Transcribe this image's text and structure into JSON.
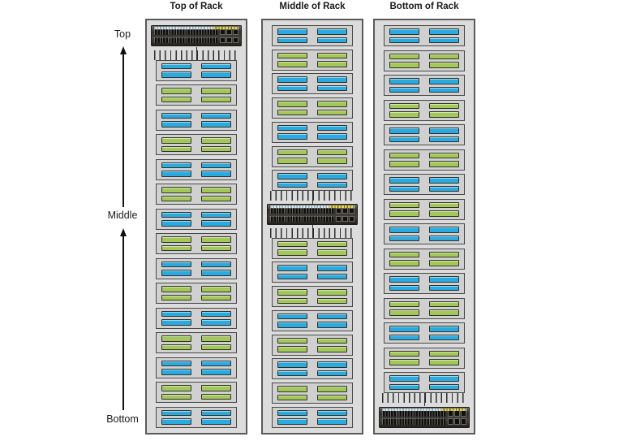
{
  "axis": {
    "top_label": "Top",
    "middle_label": "Middle",
    "bottom_label": "Bottom"
  },
  "colors": {
    "blue": "#29ABE2",
    "green": "#A3C857",
    "rack_bg": "#DCDCDC",
    "chassis_bg": "#D0D0D0",
    "switch_body": "#3B3833",
    "led_yellow": "#E8D44D"
  },
  "racks": [
    {
      "title": "Top of Rack",
      "stack": [
        {
          "type": "switch"
        },
        {
          "type": "server",
          "color": "blue",
          "cables": "top"
        },
        {
          "type": "server",
          "color": "green"
        },
        {
          "type": "server",
          "color": "blue"
        },
        {
          "type": "server",
          "color": "green"
        },
        {
          "type": "server",
          "color": "blue"
        },
        {
          "type": "server",
          "color": "green"
        },
        {
          "type": "server",
          "color": "blue"
        },
        {
          "type": "server",
          "color": "green"
        },
        {
          "type": "server",
          "color": "blue"
        },
        {
          "type": "server",
          "color": "green"
        },
        {
          "type": "server",
          "color": "blue"
        },
        {
          "type": "server",
          "color": "green"
        },
        {
          "type": "server",
          "color": "blue"
        },
        {
          "type": "server",
          "color": "green"
        },
        {
          "type": "server",
          "color": "blue"
        }
      ]
    },
    {
      "title": "Middle of Rack",
      "stack": [
        {
          "type": "server",
          "color": "blue"
        },
        {
          "type": "server",
          "color": "green"
        },
        {
          "type": "server",
          "color": "blue"
        },
        {
          "type": "server",
          "color": "green"
        },
        {
          "type": "server",
          "color": "blue"
        },
        {
          "type": "server",
          "color": "green"
        },
        {
          "type": "server",
          "color": "blue",
          "cables": "bottom"
        },
        {
          "type": "switch"
        },
        {
          "type": "server",
          "color": "green",
          "cables": "top"
        },
        {
          "type": "server",
          "color": "blue"
        },
        {
          "type": "server",
          "color": "green"
        },
        {
          "type": "server",
          "color": "blue"
        },
        {
          "type": "server",
          "color": "green"
        },
        {
          "type": "server",
          "color": "blue"
        },
        {
          "type": "server",
          "color": "green"
        },
        {
          "type": "server",
          "color": "blue"
        }
      ]
    },
    {
      "title": "Bottom of Rack",
      "stack": [
        {
          "type": "server",
          "color": "blue"
        },
        {
          "type": "server",
          "color": "green"
        },
        {
          "type": "server",
          "color": "blue"
        },
        {
          "type": "server",
          "color": "green"
        },
        {
          "type": "server",
          "color": "blue"
        },
        {
          "type": "server",
          "color": "green"
        },
        {
          "type": "server",
          "color": "blue"
        },
        {
          "type": "server",
          "color": "green"
        },
        {
          "type": "server",
          "color": "blue"
        },
        {
          "type": "server",
          "color": "green"
        },
        {
          "type": "server",
          "color": "blue"
        },
        {
          "type": "server",
          "color": "green"
        },
        {
          "type": "server",
          "color": "blue"
        },
        {
          "type": "server",
          "color": "green"
        },
        {
          "type": "server",
          "color": "blue",
          "cables": "bottom"
        },
        {
          "type": "switch"
        }
      ]
    }
  ]
}
